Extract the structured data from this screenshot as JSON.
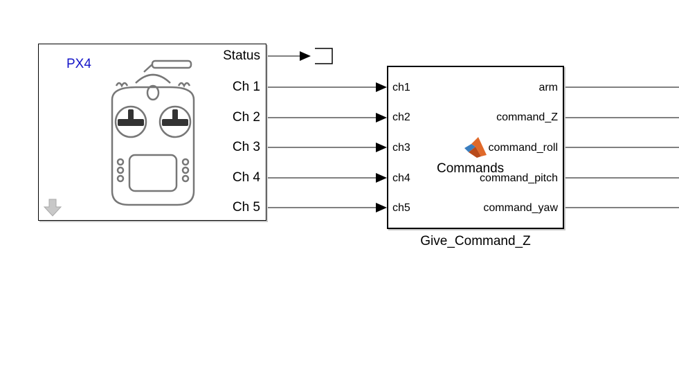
{
  "rc_block": {
    "brand_label": "PX4",
    "outputs": [
      "Status",
      "Ch 1",
      "Ch 2",
      "Ch 3",
      "Ch 4",
      "Ch 5"
    ],
    "icon": "radio-transmitter-icon",
    "corner_icon": "down-arrow-icon"
  },
  "fn_block": {
    "inputs": [
      "ch1",
      "ch2",
      "ch3",
      "ch4",
      "ch5"
    ],
    "outputs": [
      "arm",
      "command_Z",
      "command_roll",
      "command_pitch",
      "command_yaw"
    ],
    "title": "Commands",
    "name": "Give_Command_Z",
    "icon": "matlab-logo-icon"
  },
  "terminator_icon": "terminator-icon",
  "colors": {
    "wire": "#000000",
    "brand": "#1515c8",
    "shadow": "#c8c8c8"
  }
}
